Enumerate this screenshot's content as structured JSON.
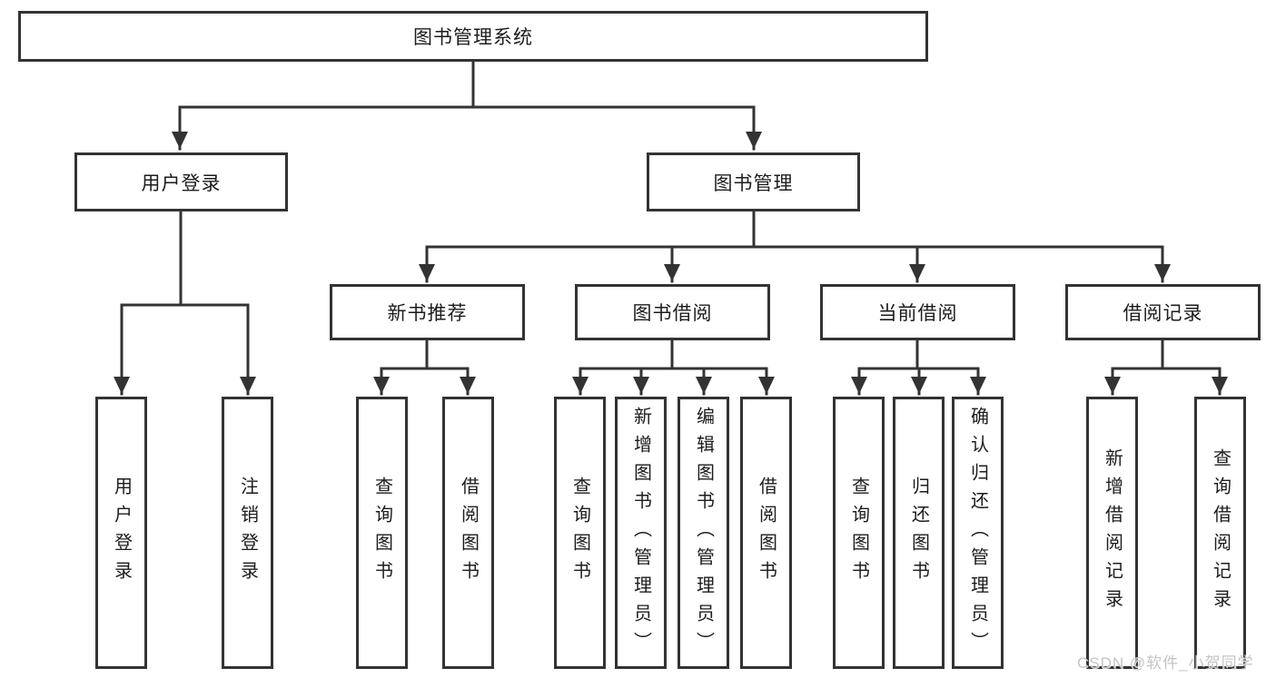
{
  "tree": {
    "root": {
      "label": "图书管理系统"
    },
    "children": [
      {
        "label": "用户登录",
        "children": [
          {
            "label": "用户登录"
          },
          {
            "label": "注销登录"
          }
        ]
      },
      {
        "label": "图书管理",
        "children": [
          {
            "label": "新书推荐",
            "children": [
              {
                "label": "查询图书"
              },
              {
                "label": "借阅图书"
              }
            ]
          },
          {
            "label": "图书借阅",
            "children": [
              {
                "label": "查询图书"
              },
              {
                "label": "新增图书（管理员）"
              },
              {
                "label": "编辑图书（管理员）"
              },
              {
                "label": "借阅图书"
              }
            ]
          },
          {
            "label": "当前借阅",
            "children": [
              {
                "label": "查询图书"
              },
              {
                "label": "归还图书"
              },
              {
                "label": "确认归还（管理员）"
              }
            ]
          },
          {
            "label": "借阅记录",
            "children": [
              {
                "label": "新增借阅记录"
              },
              {
                "label": "查询借阅记录"
              }
            ]
          }
        ]
      }
    ]
  },
  "watermark": {
    "text": "CSDN @软件_小贺同学"
  },
  "colors": {
    "line": "#333333",
    "text": "#1c1c1c",
    "watermark": "#c4c4c4"
  }
}
